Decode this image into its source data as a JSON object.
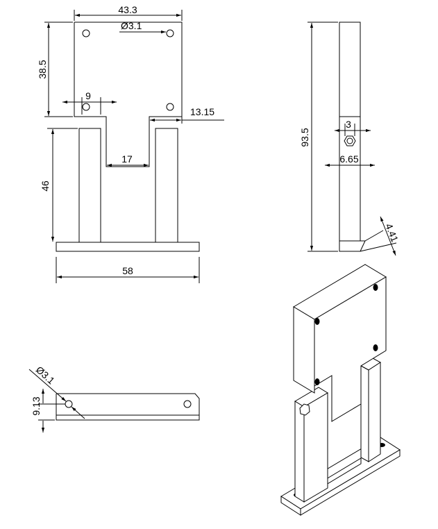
{
  "dimensions": {
    "front_width": "43.3",
    "hole_diameter": "Ø3.1",
    "plate_height": "38.5",
    "hole_offset": "9",
    "slot_offset": "13.15",
    "slot_width": "17",
    "leg_height": "46",
    "base_width": "58",
    "side_height": "93.5",
    "side_thickness": "3",
    "nut_width": "6.65",
    "chamfer": "4.41",
    "bottom_hole_diameter": "Ø3.1",
    "bottom_hole_offset": "9.13"
  },
  "colors": {
    "line": "#000000",
    "background": "#ffffff"
  }
}
